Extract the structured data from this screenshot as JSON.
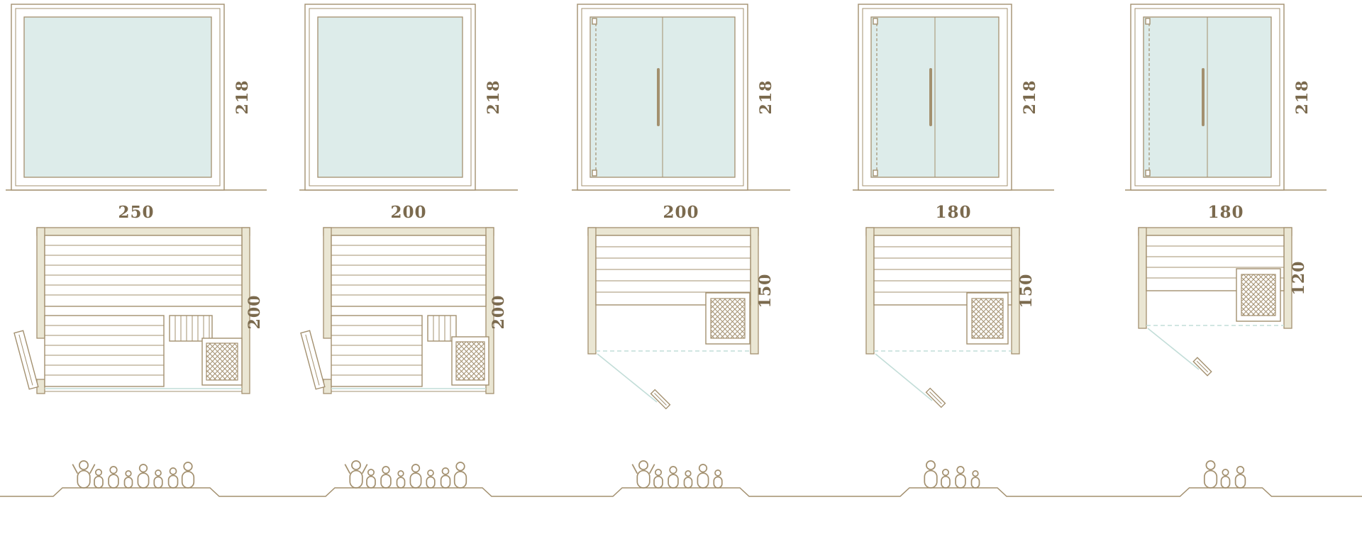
{
  "colors": {
    "line": "#a3906f",
    "text": "#7b6a4e",
    "glass": "#ddecea",
    "wall_fill": "#eae6d3",
    "swing": "#c2ddd8"
  },
  "models": [
    {
      "name": "sauna-250x200",
      "front": {
        "width_label": "250",
        "height_label": "218",
        "style": "full-glass-panel"
      },
      "plan": {
        "depth_label": "200",
        "door": "side-hinged-left",
        "heater": "bottom-right"
      },
      "capacity_people": 8
    },
    {
      "name": "sauna-200x200",
      "front": {
        "width_label": "200",
        "height_label": "218",
        "style": "full-glass-panel"
      },
      "plan": {
        "depth_label": "200",
        "door": "side-hinged-left",
        "heater": "bottom-right"
      },
      "capacity_people": 8
    },
    {
      "name": "sauna-200x150",
      "front": {
        "width_label": "200",
        "height_label": "218",
        "style": "double-glass-door"
      },
      "plan": {
        "depth_label": "150",
        "door": "front-swing",
        "heater": "bottom-right"
      },
      "capacity_people": 6
    },
    {
      "name": "sauna-180x150",
      "front": {
        "width_label": "180",
        "height_label": "218",
        "style": "double-glass-door"
      },
      "plan": {
        "depth_label": "150",
        "door": "front-swing",
        "heater": "bottom-right"
      },
      "capacity_people": 4
    },
    {
      "name": "sauna-180x120",
      "front": {
        "width_label": "180",
        "height_label": "218",
        "style": "double-glass-door"
      },
      "plan": {
        "depth_label": "120",
        "door": "front-swing",
        "heater": "right"
      },
      "capacity_people": 3
    }
  ]
}
